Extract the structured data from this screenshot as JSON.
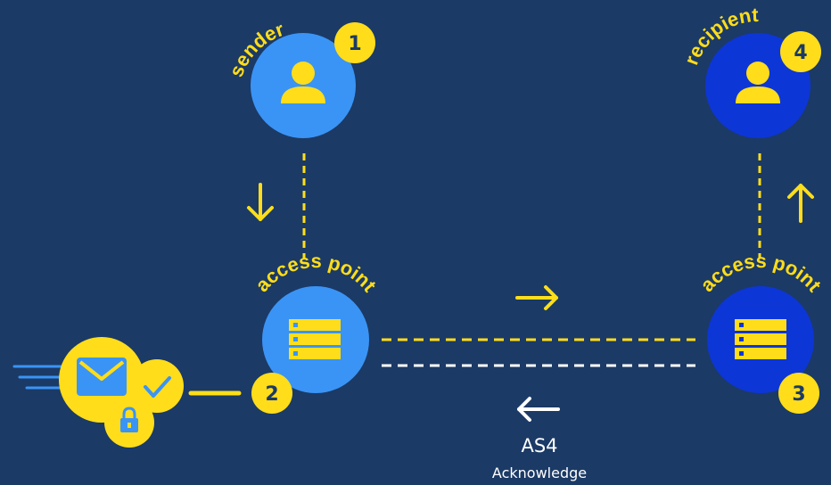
{
  "colors": {
    "background": "#1b3a66",
    "light_blue": "#3a94f5",
    "dark_blue": "#0d36d6",
    "yellow": "#ffdd1a",
    "white": "#ffffff"
  },
  "nodes": [
    {
      "id": "sender",
      "label": "sender",
      "step": "1",
      "icon": "user-icon",
      "color": "light_blue"
    },
    {
      "id": "access-point-sender",
      "label": "access point",
      "step": "2",
      "icon": "server-icon",
      "color": "light_blue"
    },
    {
      "id": "access-point-recipient",
      "label": "access point",
      "step": "3",
      "icon": "server-icon",
      "color": "dark_blue"
    },
    {
      "id": "recipient",
      "label": "recipient",
      "step": "4",
      "icon": "user-icon",
      "color": "dark_blue"
    }
  ],
  "message_icons": [
    "envelope-icon",
    "checkmark-icon",
    "lock-icon"
  ],
  "exchange": {
    "protocol": "AS4",
    "reply": "Acknowledge"
  }
}
